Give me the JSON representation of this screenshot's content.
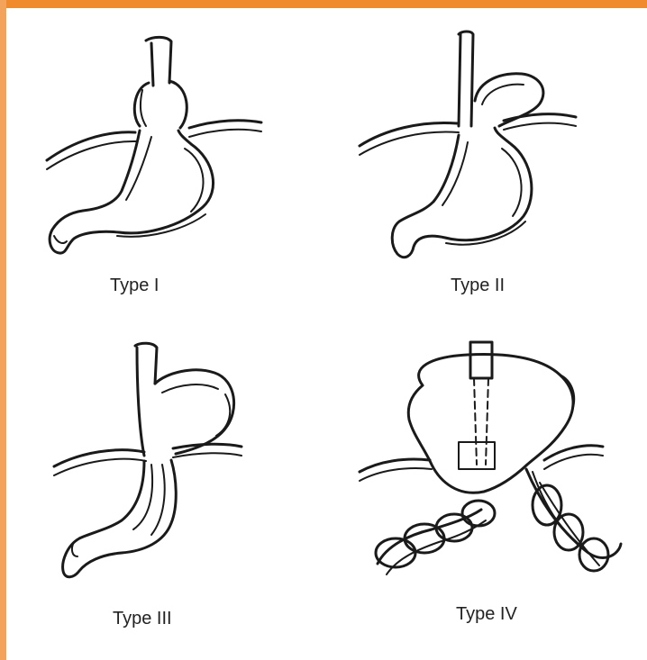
{
  "panels": [
    {
      "caption": "Type I"
    },
    {
      "caption": "Type II"
    },
    {
      "caption": "Type III"
    },
    {
      "caption": "Type IV"
    }
  ],
  "colors": {
    "frame_top": "#f08a2c",
    "frame_left": "#f3a45a",
    "ink": "#1a1a1a"
  }
}
